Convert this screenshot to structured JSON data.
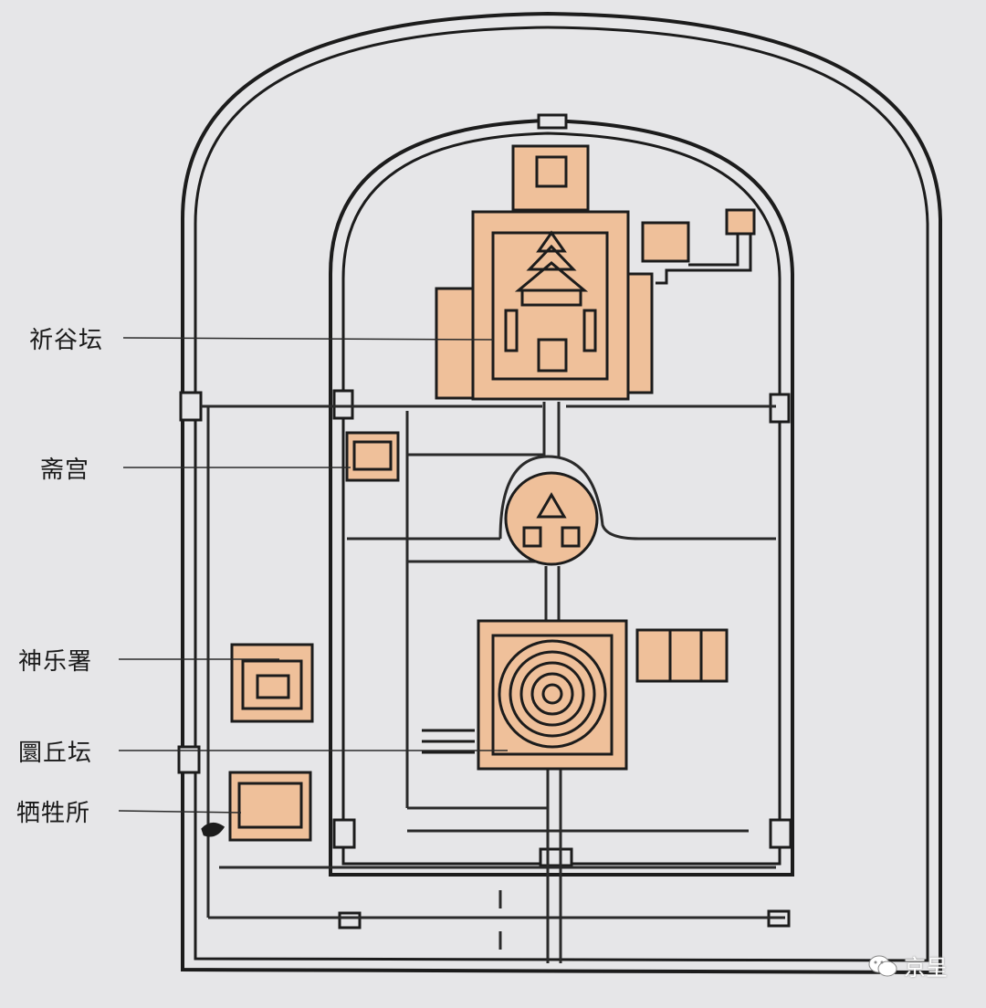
{
  "labels": {
    "qiniandian": "祈谷坛",
    "zhaigong": "斋宫",
    "shenyueshu": "神乐署",
    "huanqiutan": "圜丘坛",
    "xishengsuo": "牺牲所"
  },
  "watermark": {
    "text": "京呈",
    "icon": "wechat-icon"
  },
  "colors": {
    "background": "#e6e6e8",
    "wall": "#1c1c1c",
    "building_fill": "#efc09a",
    "line": "#2a2a2a"
  }
}
